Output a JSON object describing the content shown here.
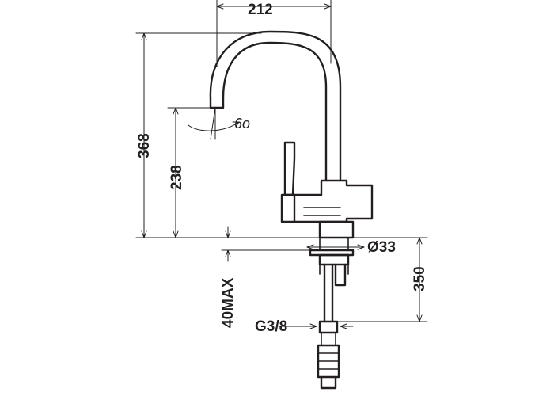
{
  "dimensions": {
    "reach": "212",
    "total_height": "368",
    "spout_height": "238",
    "angle": "6",
    "angle_unit": "o",
    "hole_diameter": "Ø33",
    "hose_length": "350",
    "max_thickness": "40MAX",
    "thread": "G3/8"
  },
  "colors": {
    "line": "#231f20",
    "background": "#ffffff"
  }
}
